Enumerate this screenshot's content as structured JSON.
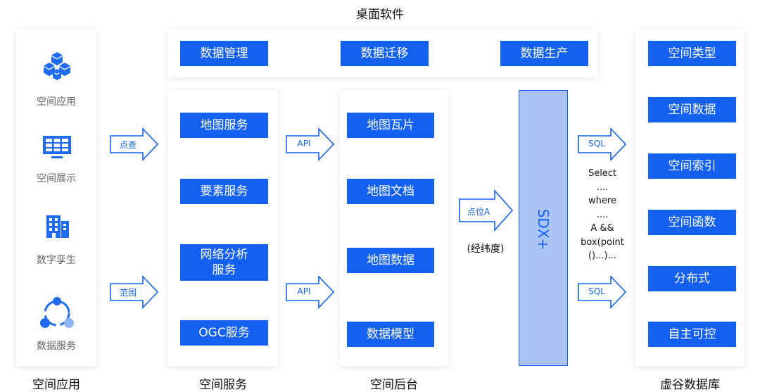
{
  "top_title": "桌面软件",
  "desktop_items": [
    "数据管理",
    "数据迁移",
    "数据生产"
  ],
  "left_items": [
    "空间应用",
    "空间展示",
    "数字孪生",
    "数据服务"
  ],
  "left_icons": [
    "cube-cluster-icon",
    "monitor-icon",
    "building-icon",
    "network-icon"
  ],
  "service_items": [
    "地图服务",
    "要素服务",
    "网络分析\n服务",
    "OGC服务"
  ],
  "backend_items": [
    "地图瓦片",
    "地图文档",
    "地图数据",
    "数据模型"
  ],
  "db_items": [
    "空间类型",
    "空间数据",
    "空间索引",
    "空间函数",
    "分布式",
    "自主可控"
  ],
  "sdx_label": "SDX+",
  "arrows": {
    "point_query": "点查",
    "range": "范围",
    "api_top": "API",
    "api_bottom": "API",
    "point_a": "点位A",
    "sql_top": "SQL",
    "sql_bottom": "SQL"
  },
  "lat_lng_note": "(经纬度)",
  "sql_code": [
    "Select",
    "....",
    "where",
    "....",
    "A &&",
    "box(point",
    "()...)..."
  ],
  "bottom_titles": {
    "left": "空间应用",
    "service": "空间服务",
    "backend": "空间后台",
    "db": "虚谷数据库"
  },
  "colors": {
    "primary": "#1460f0",
    "sdx_fill": "#a9c4f5",
    "icon_blue": "#1f6bf2"
  }
}
